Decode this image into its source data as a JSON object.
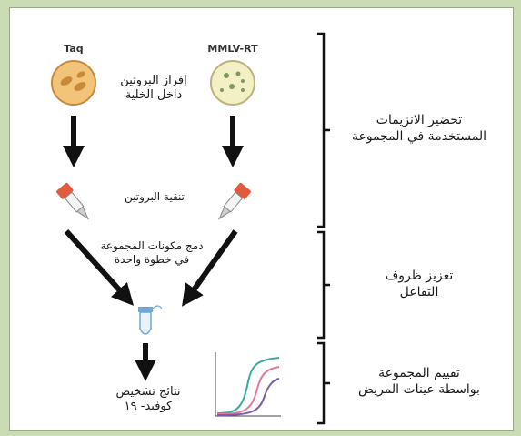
{
  "labels": {
    "taq": "Taq",
    "mmlv": "MMLV-RT"
  },
  "steps": {
    "express": [
      "إفراز البروتين",
      "داخل الخلية"
    ],
    "purify": "تنقية البروتين",
    "combine": [
      "دمج مكونات المجموعة",
      "في خطوة واحدة"
    ],
    "result": [
      "نتائج تشخيص",
      "كوفيد- ١٩"
    ]
  },
  "phases": {
    "prepare": [
      "تحضير الانزيمات",
      "المستخدمة في المجموعة"
    ],
    "enhance": [
      "تعزيز ظروف",
      "التفاعل"
    ],
    "evaluate": [
      "تقييم المجموعة",
      "بواسطة عينات المريض"
    ]
  },
  "colors": {
    "background": "#c9dcb4",
    "dish_taq": "#f1c47a",
    "dish_mmlv": "#f3f0c6",
    "pipette_red": "#e25b3c",
    "curve_teal": "#3aa99f",
    "curve_pink": "#e07b9c",
    "curve_purple": "#7c5ea8"
  },
  "icons": [
    "petri-dish-icon",
    "pipette-icon",
    "test-tube-icon",
    "amplification-curve-icon",
    "bracket-icon",
    "arrow-icon"
  ]
}
